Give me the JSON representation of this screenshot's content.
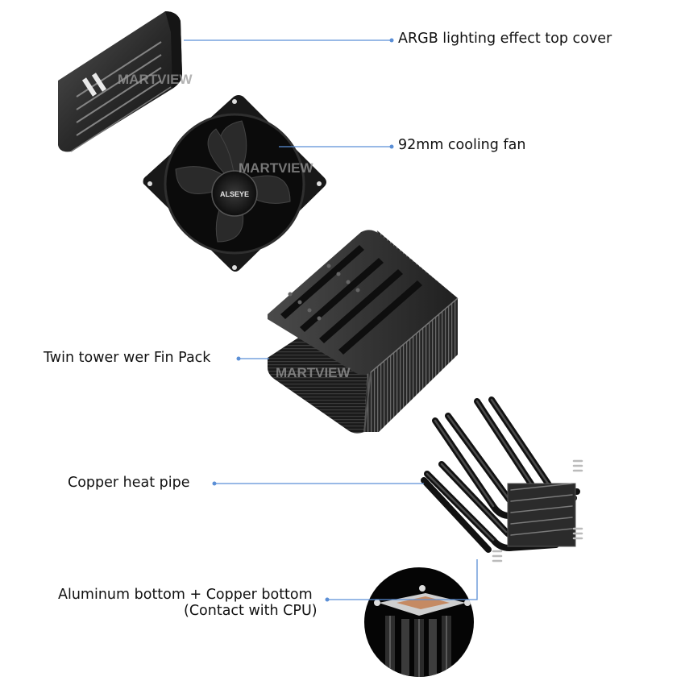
{
  "labels": {
    "top_cover": "ARGB lighting effect top cover",
    "fan": "92mm cooling fan",
    "fin_pack": "Twin tower wer Fin Pack",
    "heat_pipe": "Copper heat pipe",
    "bottom_line1": "Aluminum bottom + Copper bottom",
    "bottom_line2": "(Contact with CPU)"
  },
  "branding": {
    "watermark": "MARTVIEW",
    "fan_hub_logo": "ALSEYE"
  },
  "colors": {
    "leader_line": "#5b8fd6",
    "metal_dark": "#1c1c1c"
  }
}
